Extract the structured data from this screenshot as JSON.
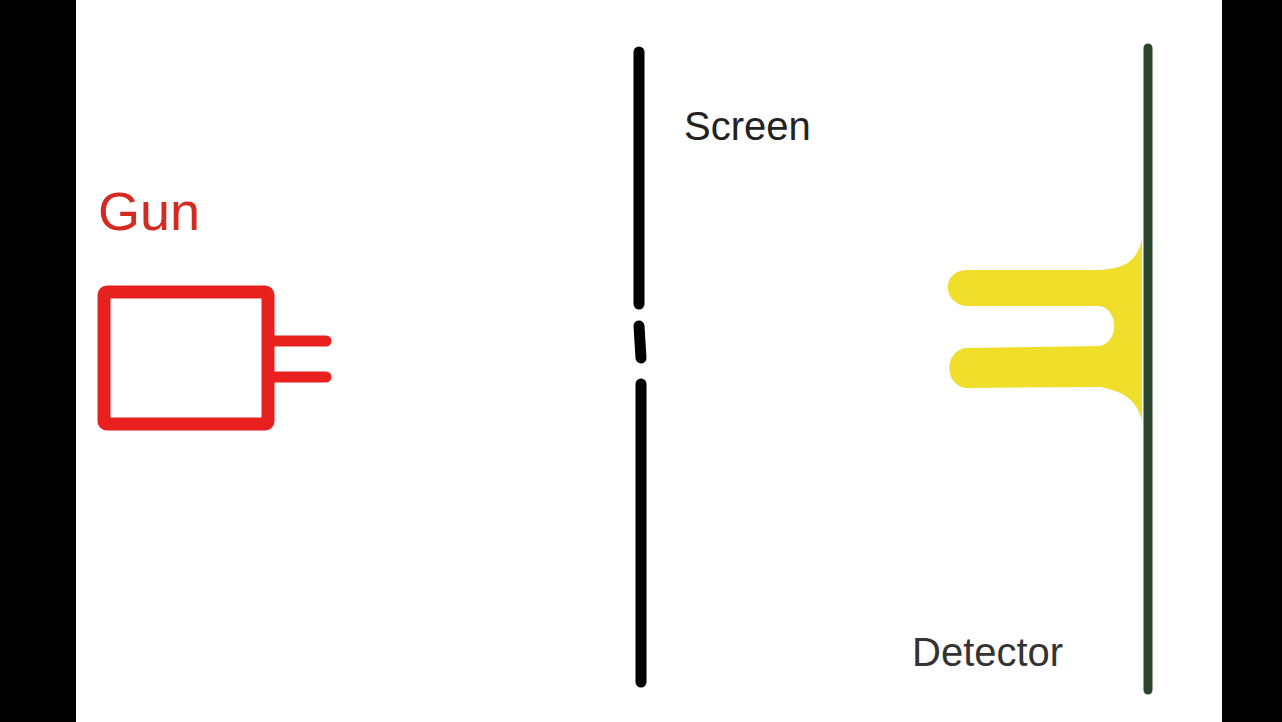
{
  "diagram": {
    "labels": [
      "Gun",
      "Screen",
      "Detector"
    ]
  }
}
